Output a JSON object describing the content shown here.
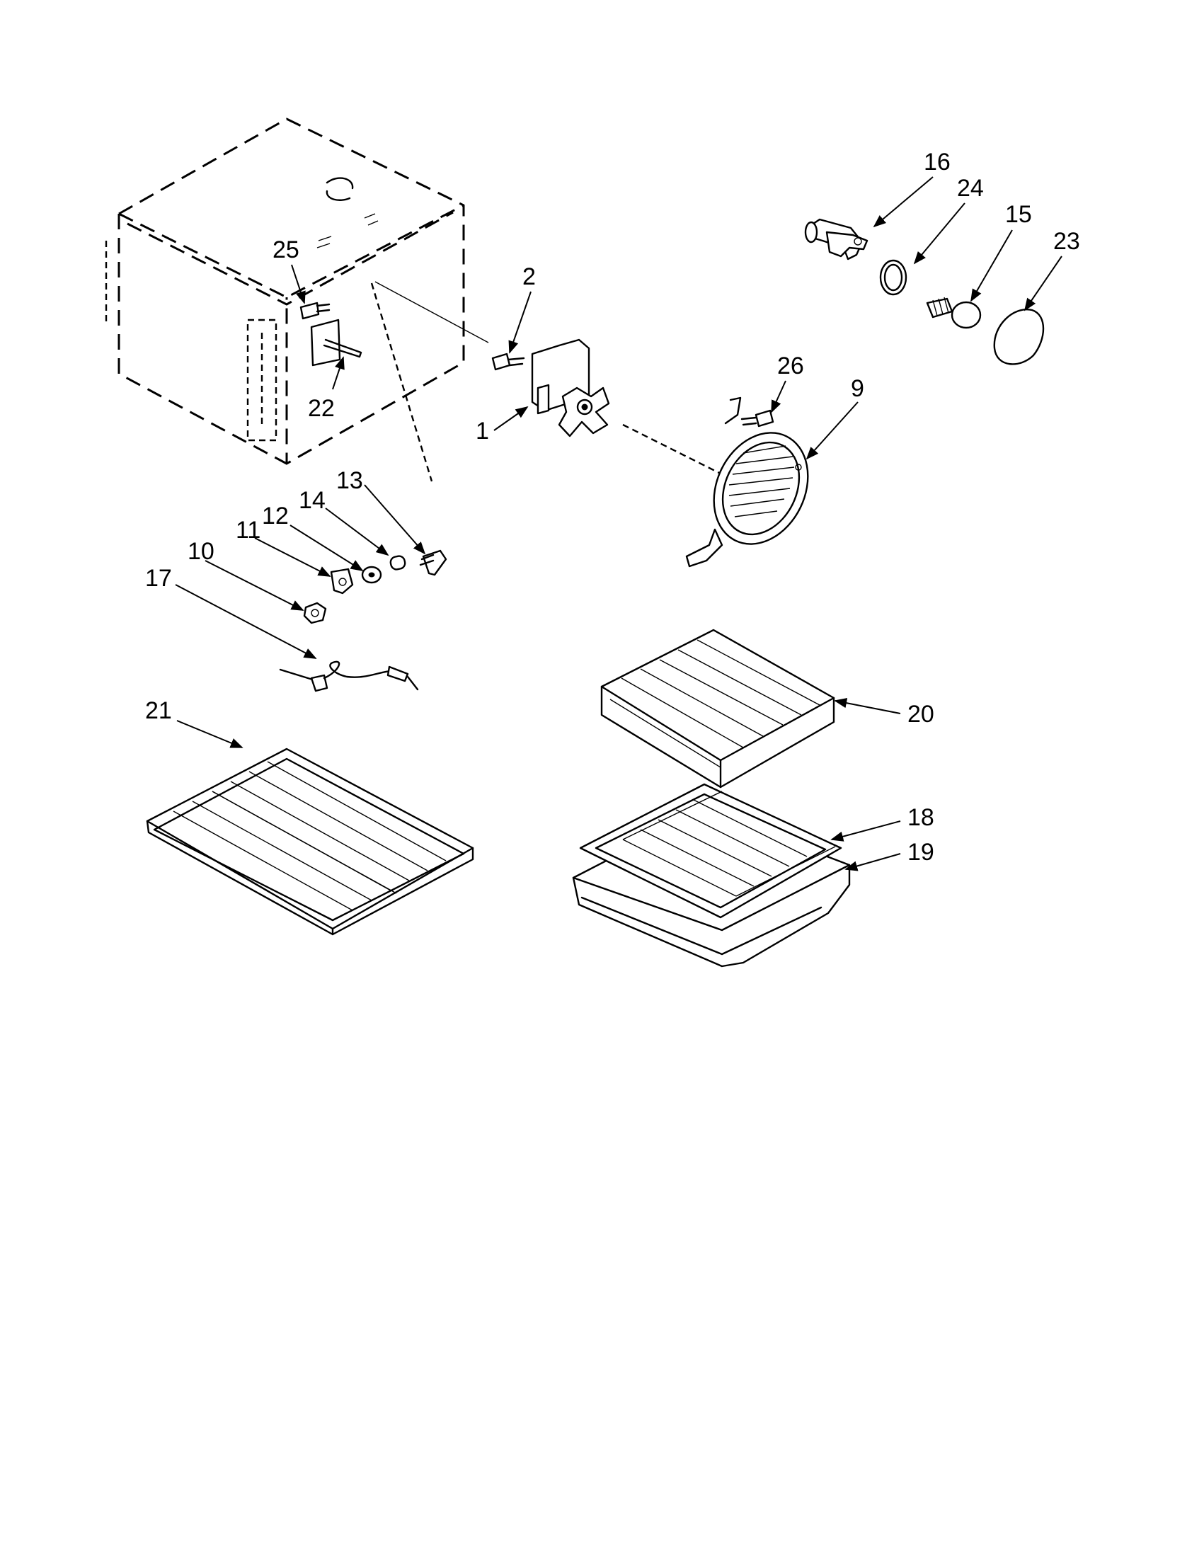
{
  "callouts": [
    {
      "id": "c16",
      "text": "16"
    },
    {
      "id": "c24",
      "text": "24"
    },
    {
      "id": "c15",
      "text": "15"
    },
    {
      "id": "c23",
      "text": "23"
    },
    {
      "id": "c2",
      "text": "2"
    },
    {
      "id": "c25",
      "text": "25"
    },
    {
      "id": "c22",
      "text": "22"
    },
    {
      "id": "c1",
      "text": "1"
    },
    {
      "id": "c26",
      "text": "26"
    },
    {
      "id": "c9",
      "text": "9"
    },
    {
      "id": "c13",
      "text": "13"
    },
    {
      "id": "c14",
      "text": "14"
    },
    {
      "id": "c12",
      "text": "12"
    },
    {
      "id": "c11",
      "text": "11"
    },
    {
      "id": "c10",
      "text": "10"
    },
    {
      "id": "c17",
      "text": "17"
    },
    {
      "id": "c21",
      "text": "21"
    },
    {
      "id": "c20",
      "text": "20"
    },
    {
      "id": "c18",
      "text": "18"
    },
    {
      "id": "c19",
      "text": "19"
    }
  ]
}
